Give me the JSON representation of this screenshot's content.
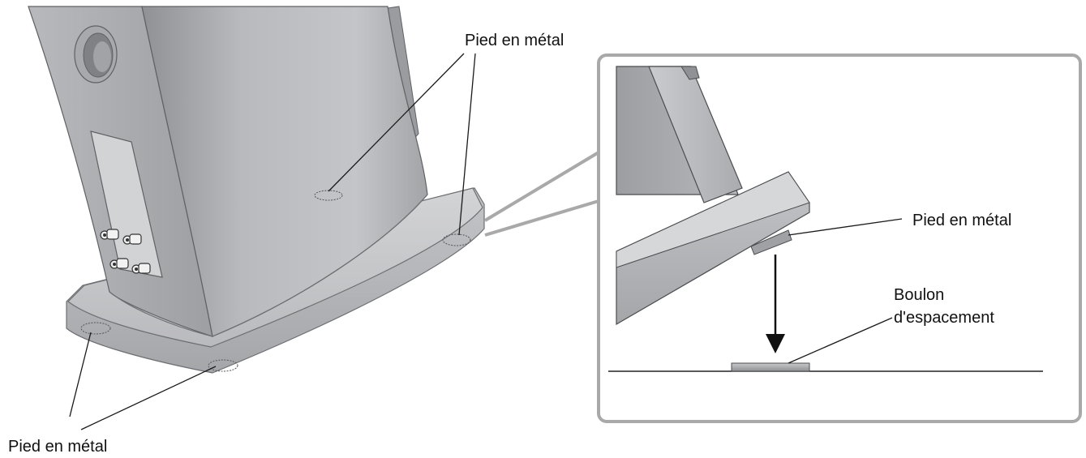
{
  "labels": {
    "foot_top": "Pied en métal",
    "foot_bottom": "Pied en métal",
    "foot_detail": "Pied en métal",
    "bolt_line1": "Boulon",
    "bolt_line2": "d'espacement"
  },
  "icons": {
    "arrow": "down-arrow-icon"
  },
  "colors": {
    "speaker_body": "#b4b6b9",
    "base_plate": "#c7c8ca",
    "detail_frame": "#a9a9a9",
    "leader_line": "#1a1a1a"
  }
}
